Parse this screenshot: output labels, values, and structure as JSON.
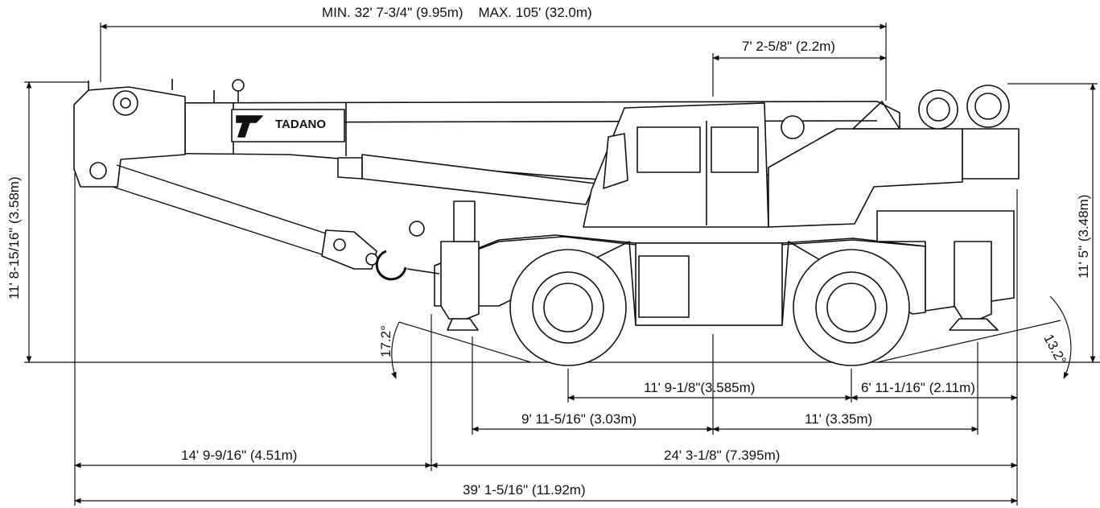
{
  "brand": "TADANO",
  "dimensions": {
    "boom_length": "MIN. 32' 7-3/4\" (9.95m)    MAX. 105' (32.0m)",
    "boom_offset": "7' 2-5/8\" (2.2m)",
    "overall_height": "11' 8-15/16\" (3.58m)",
    "cab_height": "11' 5\" (3.48m)",
    "front_angle": "17.2°",
    "rear_angle": "13.2°",
    "wheelbase": "11' 9-1/8\"(3.585m)",
    "rear_overhang": "6' 11-1/16\" (2.11m)",
    "front_outrigger": "9' 11-5/16\" (3.03m)",
    "rear_outrigger": "11' (3.35m)",
    "boom_front_overhang": "14' 9-9/16\" (4.51m)",
    "carrier_length": "24' 3-1/8\" (7.395m)",
    "overall_length": "39' 1-5/16\" (11.92m)"
  }
}
